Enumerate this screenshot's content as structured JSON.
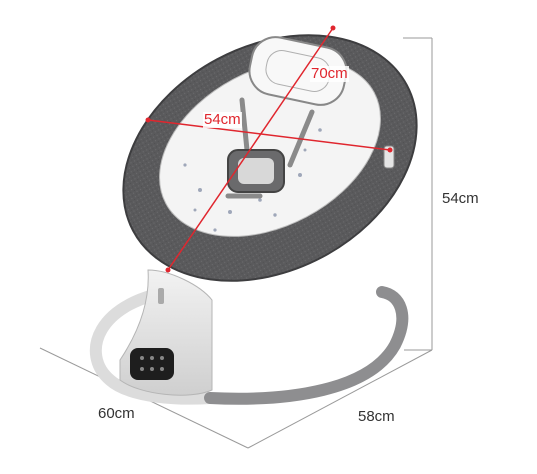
{
  "dimensions": {
    "height": "54cm",
    "width": "60cm",
    "depth": "58cm",
    "seat_length": "70cm",
    "seat_width": "54cm"
  },
  "colors": {
    "shell": "#5a5a5c",
    "cushion": "#f4f4f4",
    "frame": "#d9d9d9",
    "accent_red": "#e0262e",
    "dimension_line": "#9a9a9a"
  },
  "icons": {
    "remote_panel": "control-panel-icon"
  }
}
